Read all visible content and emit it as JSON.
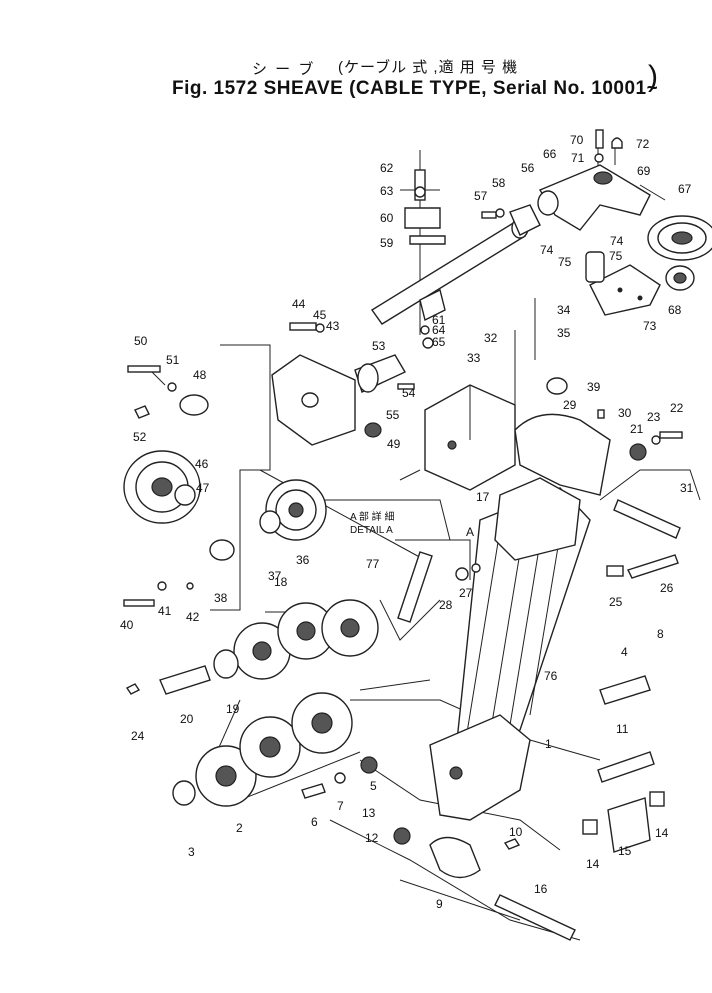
{
  "title": {
    "jp_line": "シ ー ブ",
    "jp_paren": "(ケーブル 式 ,適 用 号 機",
    "main": "Fig. 1572 SHEAVE (CABLE TYPE, Serial No. 10001~",
    "close": ")"
  },
  "detail": {
    "jp": "A 部 詳 細",
    "en": "DETAIL A",
    "marker": "A"
  },
  "parts": [
    {
      "id": "p70",
      "t": "70"
    },
    {
      "id": "p72",
      "t": "72"
    },
    {
      "id": "p71",
      "t": "71"
    },
    {
      "id": "p66",
      "t": "66"
    },
    {
      "id": "p69",
      "t": "69"
    },
    {
      "id": "p62",
      "t": "62"
    },
    {
      "id": "p56",
      "t": "56"
    },
    {
      "id": "p58",
      "t": "58"
    },
    {
      "id": "p63",
      "t": "63"
    },
    {
      "id": "p57",
      "t": "57"
    },
    {
      "id": "p67",
      "t": "67"
    },
    {
      "id": "p60",
      "t": "60"
    },
    {
      "id": "p74a",
      "t": "74"
    },
    {
      "id": "p59",
      "t": "59"
    },
    {
      "id": "p74b",
      "t": "74"
    },
    {
      "id": "p75a",
      "t": "75"
    },
    {
      "id": "p75b",
      "t": "75"
    },
    {
      "id": "p68",
      "t": "68"
    },
    {
      "id": "p73",
      "t": "73"
    },
    {
      "id": "p44",
      "t": "44"
    },
    {
      "id": "p45",
      "t": "45"
    },
    {
      "id": "p34",
      "t": "34"
    },
    {
      "id": "p61",
      "t": "61"
    },
    {
      "id": "p43",
      "t": "43"
    },
    {
      "id": "p64",
      "t": "64"
    },
    {
      "id": "p32",
      "t": "32"
    },
    {
      "id": "p35",
      "t": "35"
    },
    {
      "id": "p50",
      "t": "50"
    },
    {
      "id": "p65",
      "t": "65"
    },
    {
      "id": "p53",
      "t": "53"
    },
    {
      "id": "p51",
      "t": "51"
    },
    {
      "id": "p33",
      "t": "33"
    },
    {
      "id": "p48",
      "t": "48"
    },
    {
      "id": "p54",
      "t": "54"
    },
    {
      "id": "p39",
      "t": "39"
    },
    {
      "id": "p55",
      "t": "55"
    },
    {
      "id": "p29",
      "t": "29"
    },
    {
      "id": "p30",
      "t": "30"
    },
    {
      "id": "p23",
      "t": "23"
    },
    {
      "id": "p22",
      "t": "22"
    },
    {
      "id": "p52",
      "t": "52"
    },
    {
      "id": "p49",
      "t": "49"
    },
    {
      "id": "p21",
      "t": "21"
    },
    {
      "id": "p46",
      "t": "46"
    },
    {
      "id": "p47",
      "t": "47"
    },
    {
      "id": "p31",
      "t": "31"
    },
    {
      "id": "p17",
      "t": "17"
    },
    {
      "id": "p36",
      "t": "36"
    },
    {
      "id": "p37",
      "t": "37"
    },
    {
      "id": "p77",
      "t": "77"
    },
    {
      "id": "p38",
      "t": "38"
    },
    {
      "id": "p26",
      "t": "26"
    },
    {
      "id": "p18",
      "t": "18"
    },
    {
      "id": "p27",
      "t": "27"
    },
    {
      "id": "p41",
      "t": "41"
    },
    {
      "id": "p28",
      "t": "28"
    },
    {
      "id": "p25",
      "t": "25"
    },
    {
      "id": "p40",
      "t": "40"
    },
    {
      "id": "p42",
      "t": "42"
    },
    {
      "id": "p8",
      "t": "8"
    },
    {
      "id": "p4",
      "t": "4"
    },
    {
      "id": "p76",
      "t": "76"
    },
    {
      "id": "p20",
      "t": "20"
    },
    {
      "id": "p19",
      "t": "19"
    },
    {
      "id": "p24",
      "t": "24"
    },
    {
      "id": "p1",
      "t": "1"
    },
    {
      "id": "p11",
      "t": "11"
    },
    {
      "id": "p5",
      "t": "5"
    },
    {
      "id": "p7",
      "t": "7"
    },
    {
      "id": "p6",
      "t": "6"
    },
    {
      "id": "p13",
      "t": "13"
    },
    {
      "id": "p10",
      "t": "10"
    },
    {
      "id": "p12",
      "t": "12"
    },
    {
      "id": "p2",
      "t": "2"
    },
    {
      "id": "p14a",
      "t": "14"
    },
    {
      "id": "p14b",
      "t": "14"
    },
    {
      "id": "p3",
      "t": "3"
    },
    {
      "id": "p15",
      "t": "15"
    },
    {
      "id": "p9",
      "t": "9"
    },
    {
      "id": "p16",
      "t": "16"
    }
  ]
}
